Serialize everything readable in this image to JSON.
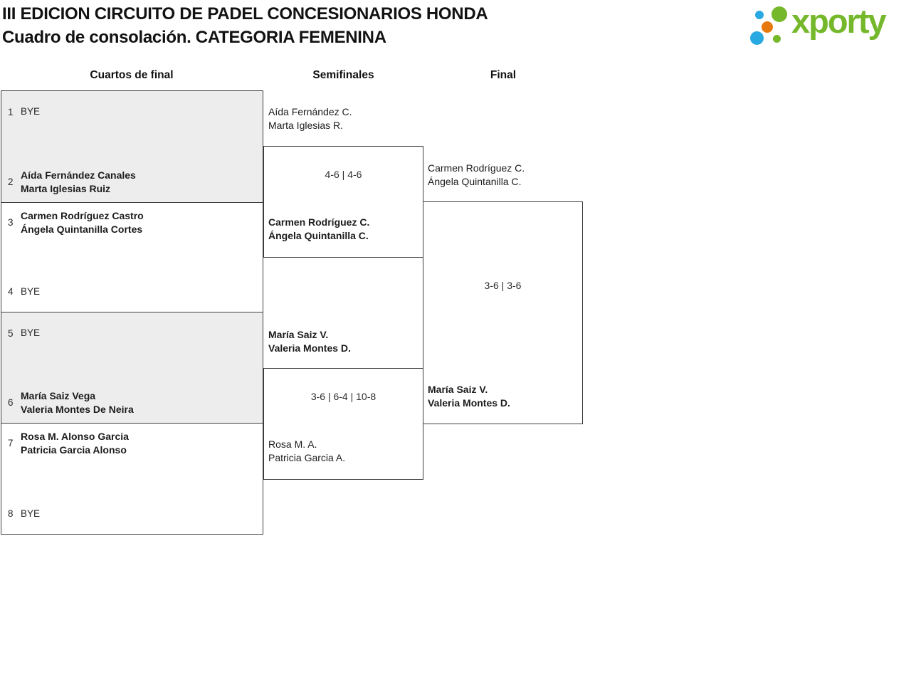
{
  "header": {
    "title_line1": "III EDICION CIRCUITO DE PADEL CONCESIONARIOS HONDA",
    "title_line2": "Cuadro de consolación. CATEGORIA FEMENINA"
  },
  "logo": {
    "text": "xporty",
    "brand_green": "#76b82c",
    "brand_blue": "#29a9e1",
    "brand_orange": "#e8790f"
  },
  "rounds": {
    "quarterfinals": "Cuartos de final",
    "semifinals": "Semifinales",
    "final": "Final"
  },
  "bracket": {
    "quarterfinals": {
      "slots": [
        {
          "seed": "1",
          "line1": "BYE",
          "line2": ""
        },
        {
          "seed": "2",
          "line1": "Aída Fernández Canales",
          "line2": "Marta Iglesias Ruiz"
        },
        {
          "seed": "3",
          "line1": "Carmen Rodríguez Castro",
          "line2": "Ángela Quintanilla Cortes"
        },
        {
          "seed": "4",
          "line1": "BYE",
          "line2": ""
        },
        {
          "seed": "5",
          "line1": "BYE",
          "line2": ""
        },
        {
          "seed": "6",
          "line1": "María Saiz Vega",
          "line2": "Valeria Montes De Neira"
        },
        {
          "seed": "7",
          "line1": "Rosa M. Alonso Garcia",
          "line2": "Patricia Garcia Alonso"
        },
        {
          "seed": "8",
          "line1": "BYE",
          "line2": ""
        }
      ]
    },
    "semifinal1": {
      "top_line1": "Aída Fernández C.",
      "top_line2": "Marta Iglesias R.",
      "score": "4-6 | 4-6",
      "bottom_line1": "Carmen Rodríguez C.",
      "bottom_line2": "Ángela Quintanilla C."
    },
    "semifinal2": {
      "top_line1": "María Saiz V.",
      "top_line2": "Valeria Montes D.",
      "score": "3-6 | 6-4 | 10-8",
      "bottom_line1": "Rosa M. A.",
      "bottom_line2": "Patricia Garcia A."
    },
    "final": {
      "top_line1": "Carmen Rodríguez C.",
      "top_line2": "Ángela Quintanilla C.",
      "score": "3-6 | 3-6",
      "bottom_line1": "María Saiz V.",
      "bottom_line2": "Valeria Montes D."
    }
  },
  "colors": {
    "box_fill_alt": "#ededed",
    "box_border": "#3d3d3d",
    "text": "#1f1f1f"
  }
}
